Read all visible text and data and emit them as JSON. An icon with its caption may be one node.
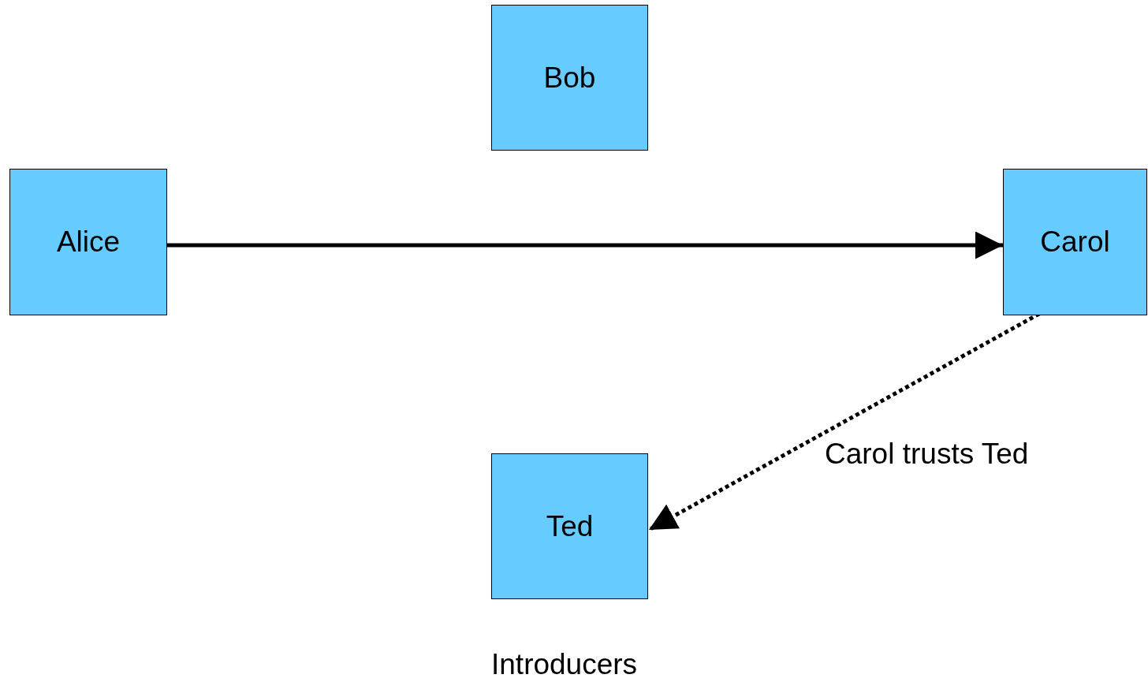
{
  "diagram": {
    "caption": "Introducers",
    "nodes": [
      {
        "text": [
          "Bob"
        ]
      },
      {
        "text": [
          "Alice"
        ]
      },
      {
        "text": [
          "Carol"
        ]
      },
      {
        "text": [
          "Ted"
        ]
      }
    ],
    "edges": [
      {
        "from": 1,
        "to": 2,
        "arrow": "to"
      },
      {
        "from": 2,
        "to": 3,
        "arrow": "to",
        "style": "dashed",
        "label": "Carol trusts Ted"
      }
    ]
  }
}
